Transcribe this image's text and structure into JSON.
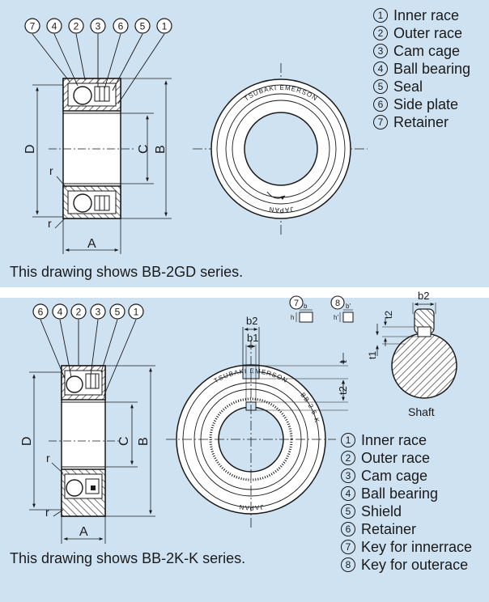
{
  "top_legend": [
    {
      "num": "1",
      "label": "Inner race"
    },
    {
      "num": "2",
      "label": "Outer race"
    },
    {
      "num": "3",
      "label": "Cam cage"
    },
    {
      "num": "4",
      "label": "Ball bearing"
    },
    {
      "num": "5",
      "label": "Seal"
    },
    {
      "num": "6",
      "label": "Side plate"
    },
    {
      "num": "7",
      "label": "Retainer"
    }
  ],
  "top_callouts": [
    "7",
    "4",
    "2",
    "3",
    "6",
    "5",
    "1"
  ],
  "top_dims": {
    "D": "D",
    "C": "C",
    "B": "B",
    "A": "A",
    "r1": "r",
    "r2": "r"
  },
  "top_ring_text": {
    "top": "TSUBAKI EMERSON",
    "bottom": "JAPAN"
  },
  "top_caption": "This drawing shows BB-2GD series.",
  "bottom_legend": [
    {
      "num": "1",
      "label": "Inner race"
    },
    {
      "num": "2",
      "label": "Outer race"
    },
    {
      "num": "3",
      "label": "Cam cage"
    },
    {
      "num": "4",
      "label": "Ball bearing"
    },
    {
      "num": "5",
      "label": "Shield"
    },
    {
      "num": "6",
      "label": "Retainer"
    },
    {
      "num": "7",
      "label": "Key for innerrace"
    },
    {
      "num": "8",
      "label": "Key for outerace"
    }
  ],
  "bottom_callouts": [
    "6",
    "4",
    "2",
    "3",
    "5",
    "1"
  ],
  "bottom_dims": {
    "D": "D",
    "C": "C",
    "B": "B",
    "A": "A",
    "r1": "r",
    "r2": "r",
    "b2": "b2",
    "b1": "b1",
    "t": "t",
    "t2": "t2",
    "t1": "t1"
  },
  "key_symbols": {
    "k7": "7",
    "k8": "8",
    "b": "b",
    "h": "h",
    "b_prime": "b'",
    "h_prime": "h'"
  },
  "bottom_ring_text": {
    "top": "TSUBAKI EMERSON",
    "side": "BB-2 5-K",
    "bottom": "JAPAN"
  },
  "shaft_label": "Shaft",
  "bottom_caption": "This drawing shows BB-2K-K series."
}
